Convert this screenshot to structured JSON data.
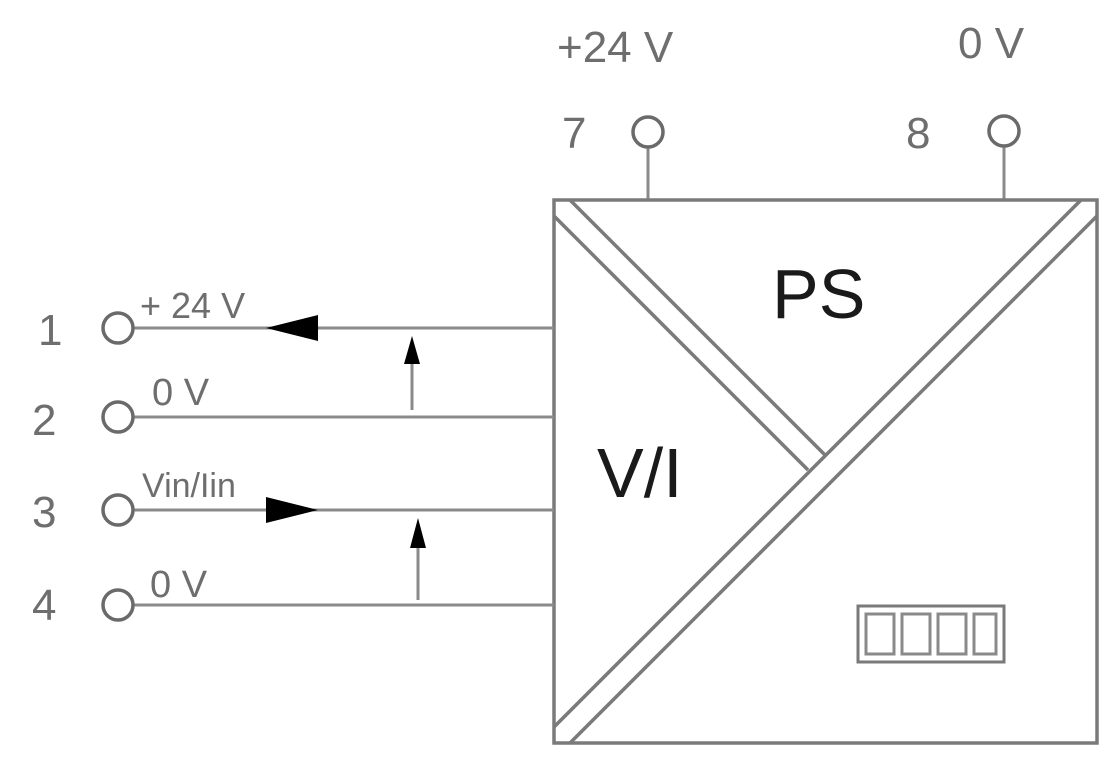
{
  "power_terminals": [
    {
      "number": "7",
      "label": "+24 V"
    },
    {
      "number": "8",
      "label": "0 V"
    }
  ],
  "input_terminals": [
    {
      "number": "1",
      "label": "+ 24 V"
    },
    {
      "number": "2",
      "label": "0 V"
    },
    {
      "number": "3",
      "label": "Vin/Iin"
    },
    {
      "number": "4",
      "label": "0 V"
    }
  ],
  "block": {
    "top_section": "PS",
    "left_section": "V/I"
  },
  "colors": {
    "line": "#7a7a7a",
    "text_light": "#6e6e6e",
    "text_dark": "#1a1a1a",
    "arrow": "#000000"
  }
}
